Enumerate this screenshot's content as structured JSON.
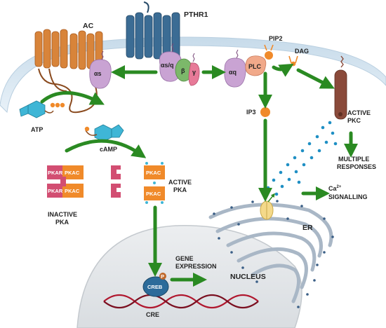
{
  "labels": {
    "ac": "AC",
    "pthr1": "PTHR1",
    "alpha_s": "αs",
    "alpha_sq": "αs/q",
    "beta": "β",
    "gamma": "γ",
    "alpha_q": "αq",
    "plc": "PLC",
    "pip2": "PIP2",
    "dag": "DAG",
    "ip3": "IP3",
    "active_pkc_1": "ACTIVE",
    "active_pkc_2": "PKC",
    "multiple_1": "MULTIPLE",
    "multiple_2": "RESPONSES",
    "ca": "Ca",
    "ca_sup": "2+",
    "signalling": "SIGNALLING",
    "atp": "ATP",
    "camp": "cAMP",
    "pkar": "PKAR",
    "pkac": "PKAC",
    "active_pka_1": "ACTIVE",
    "active_pka_2": "PKA",
    "inactive_pka_1": "INACTIVE",
    "inactive_pka_2": "PKA",
    "er": "ER",
    "gene_1": "GENE",
    "gene_2": "EXPRESSION",
    "nucleus": "NUCLEUS",
    "creb": "CREB",
    "p": "P",
    "cre": "CRE"
  },
  "colors": {
    "membrane": "#d6e6f1",
    "arrow_green": "#2a8a22",
    "ac_orange": "#d8843a",
    "receptor_blue": "#3b6c94",
    "g_alpha_purple": "#c9a3d3",
    "g_beta_green": "#7cb86a",
    "g_gamma_pink": "#e77a98",
    "plc_peach": "#f1a98a",
    "pip_orange": "#f08a2a",
    "pkc_brown": "#8a4a3a",
    "calcium_blue": "#1f8fc4",
    "pkac_orange": "#f08a2a",
    "pkar_pink": "#d24e72",
    "atp_cyan": "#3fb6d6",
    "creb_blue": "#2c6b9a",
    "dna_red": "#b0172e",
    "er_grey": "#a9b7c6"
  }
}
